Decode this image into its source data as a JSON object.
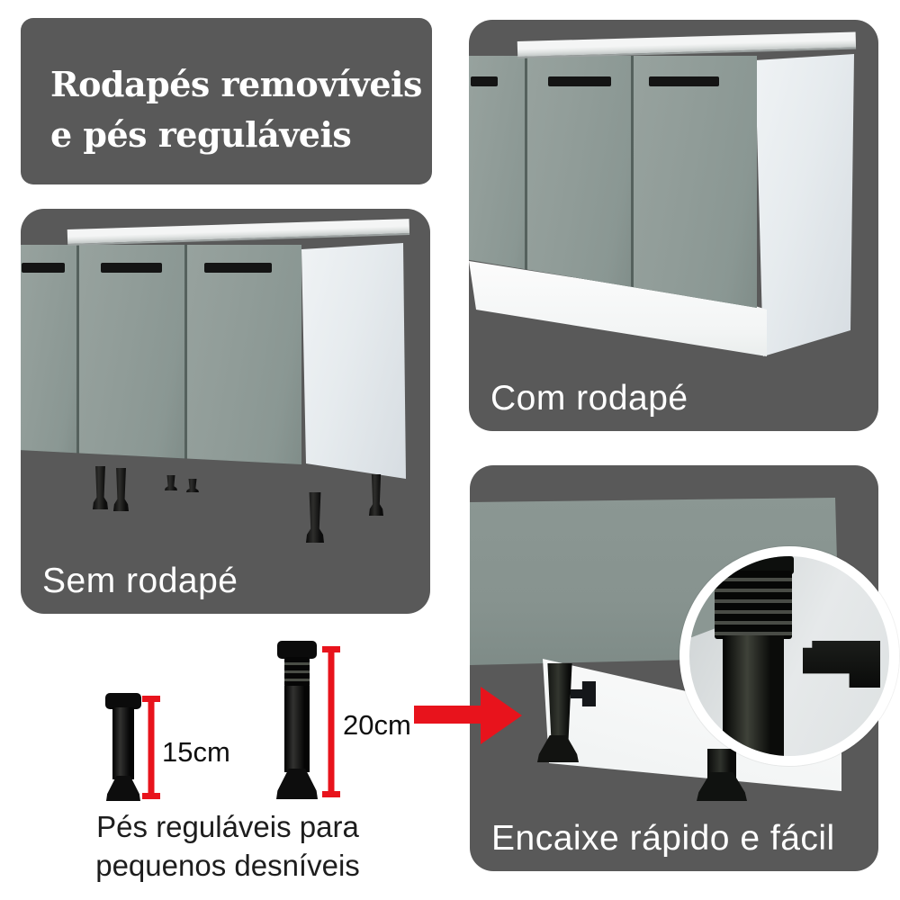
{
  "title": {
    "line1": "Rodapés removíveis",
    "line2": "e pés reguláveis"
  },
  "panels": {
    "com_rodape": {
      "label": "Com rodapé"
    },
    "sem_rodape": {
      "label": "Sem rodapé"
    },
    "encaixe": {
      "label": "Encaixe rápido e fácil"
    }
  },
  "feet_diagram": {
    "short_foot_height": "15cm",
    "tall_foot_height": "20cm",
    "caption_line1": "Pés reguláveis para",
    "caption_line2": "pequenos desníveis"
  },
  "colors": {
    "panel_background": "#595959",
    "accent_red": "#e8131c",
    "cabinet_door": "#8e9b97",
    "cabinet_white": "#f4f6f6",
    "foot_black": "#141414"
  }
}
